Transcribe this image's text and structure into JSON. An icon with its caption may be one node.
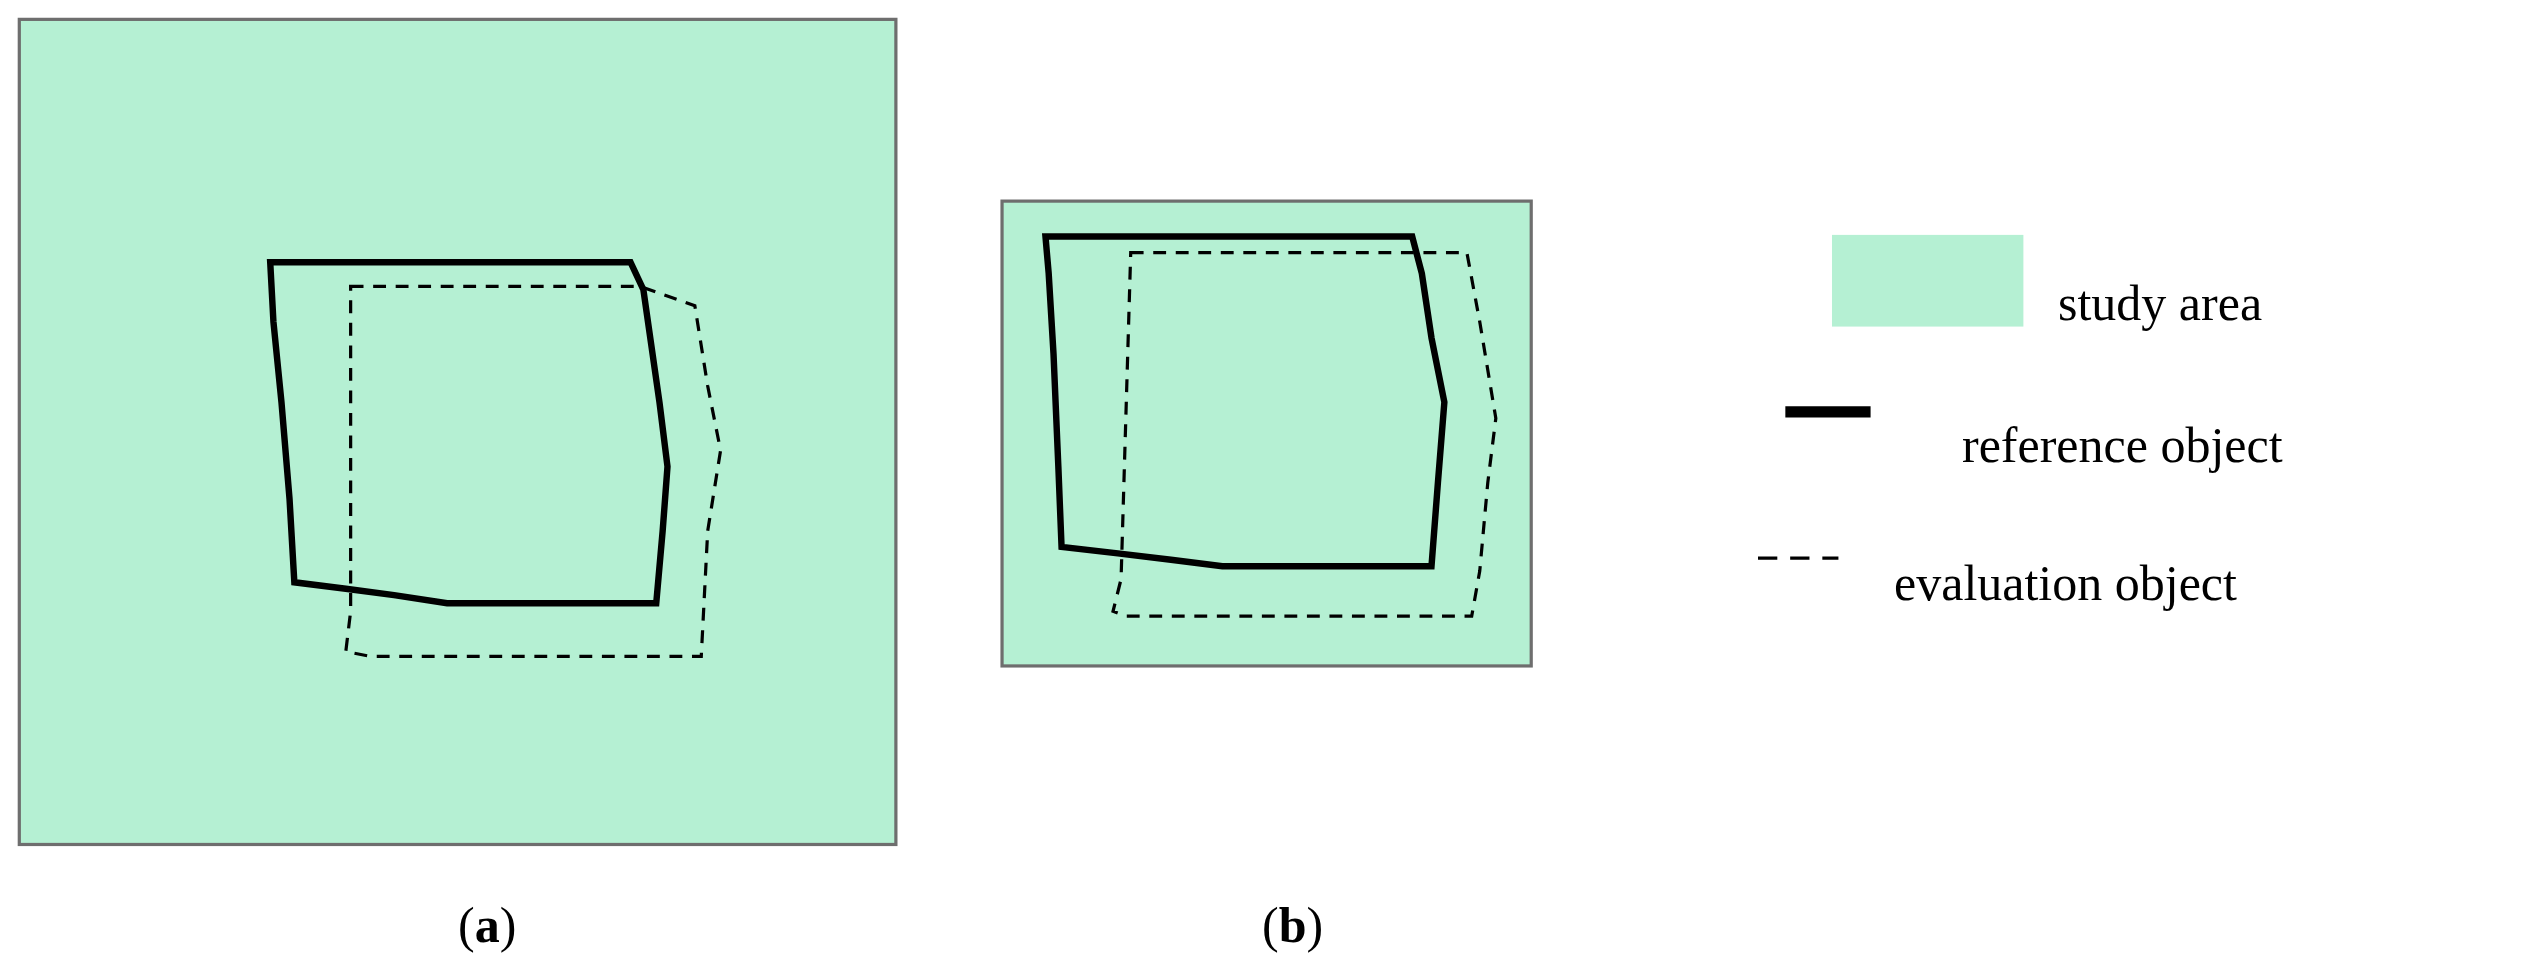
{
  "diagram": {
    "labels": [
      "(**a**)",
      "(**b**)"
    ],
    "legend": [
      {
        "text": "study area",
        "color": "#b5f0d3"
      },
      {
        "text": "reference object"
      },
      {
        "text": "evaluation object"
      }
    ]
  }
}
